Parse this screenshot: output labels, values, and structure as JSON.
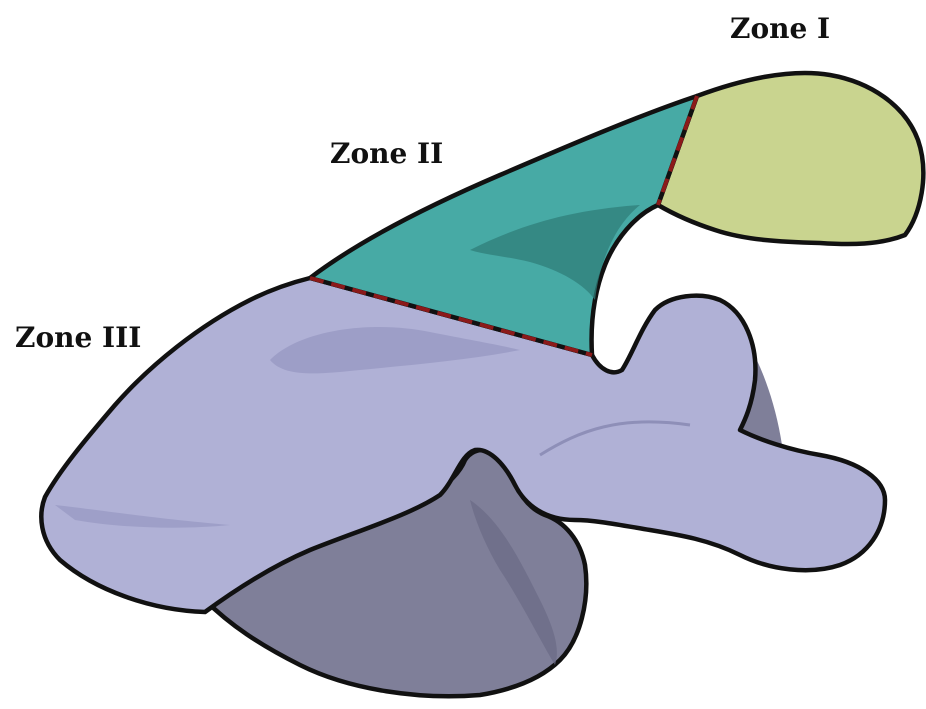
{
  "labels": {
    "zone_1": "Zone I",
    "zone_2": "Zone II",
    "zone_3": "Zone III"
  },
  "colors": {
    "zone_1": "#c9d48f",
    "zone_2": "#47aaa5",
    "zone_2_shade": "#2f7d7a",
    "zone_3": "#b0b1d6",
    "zone_3_shade": "#9a9bc4",
    "lower_body": "#7f7f99",
    "lower_body_shade": "#6a6a84",
    "divider": "#8b1a1a",
    "outline": "#111111"
  }
}
